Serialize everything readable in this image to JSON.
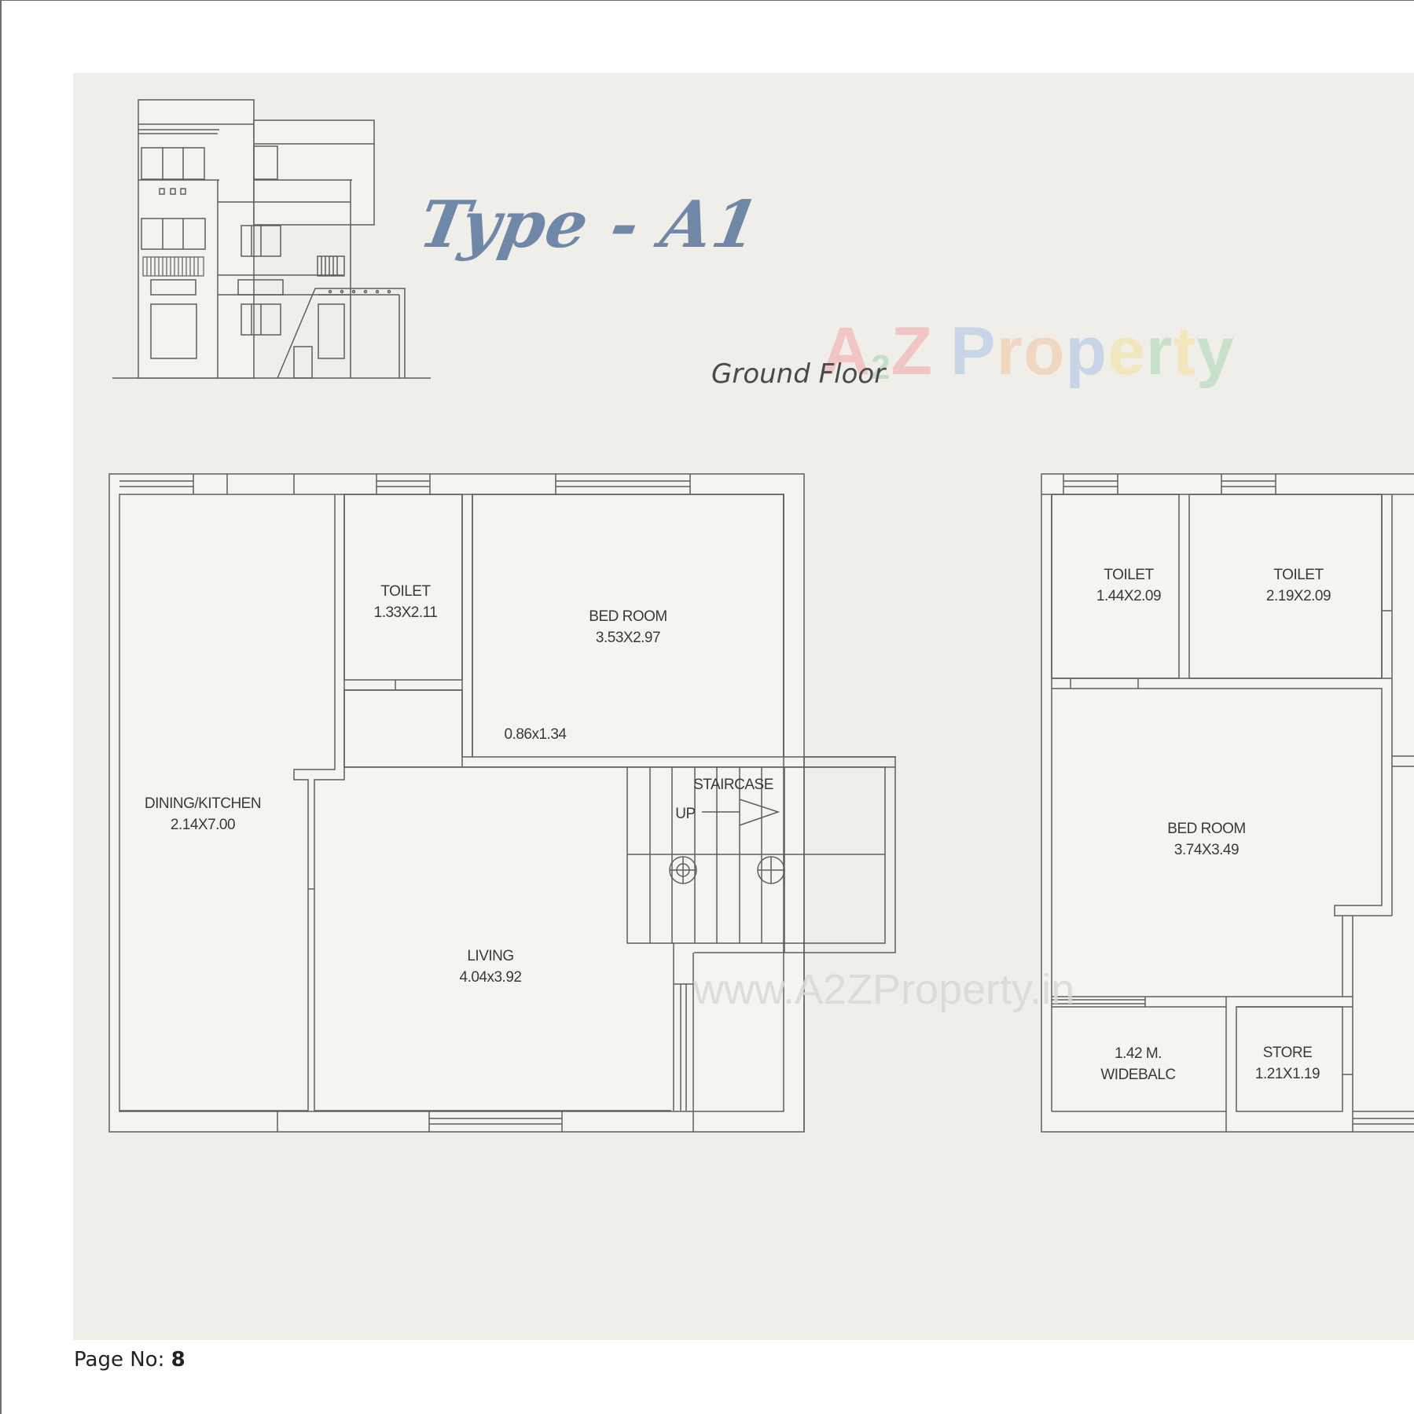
{
  "page": {
    "title": "Type - A1",
    "floor_title": "Ground Floor",
    "page_label": "Page No:",
    "page_number": "8"
  },
  "watermark": {
    "brand_letters": [
      "A",
      "2",
      "Z",
      " ",
      "P",
      "r",
      "o",
      "p",
      "e",
      "r",
      "t",
      "y"
    ],
    "brand_colors": [
      "#f0a5a5",
      "#9fd1a8",
      "#f0a5a5",
      "#ffffff",
      "#a9c2e6",
      "#f4c6a0",
      "#f4c6a0",
      "#a9c2e6",
      "#f5e09a",
      "#a9d8b4",
      "#f5e09a",
      "#a9d8b4"
    ],
    "brand_text": "A2Z Property",
    "url_text": "www.A2ZProperty.in"
  },
  "colors": {
    "sheet_bg": "#f0eee8",
    "room_fill": "#f5f4ef",
    "line": "#5e5e5e",
    "title_blue": "#6f88a8"
  },
  "plan_left": {
    "rooms": [
      {
        "name": "TOILET",
        "size": "1.33X2.11"
      },
      {
        "name": "BED ROOM",
        "size": "3.53X2.97"
      },
      {
        "name": "",
        "size": "0.86x1.34"
      },
      {
        "name": "DINING/KITCHEN",
        "size": "2.14X7.00"
      },
      {
        "name": "LIVING",
        "size": "4.04x3.92"
      },
      {
        "name": "STAIRCASE",
        "size": ""
      }
    ],
    "stair_up_label": "UP"
  },
  "plan_right": {
    "rooms": [
      {
        "name": "TOILET",
        "size": "1.44X2.09"
      },
      {
        "name": "TOILET",
        "size": "2.19X2.09"
      },
      {
        "name": "BED ROOM",
        "size": "3.74X3.49"
      },
      {
        "name": "1.42 M.",
        "size": "WIDEBALC"
      },
      {
        "name": "STORE",
        "size": "1.21X1.19"
      }
    ]
  }
}
